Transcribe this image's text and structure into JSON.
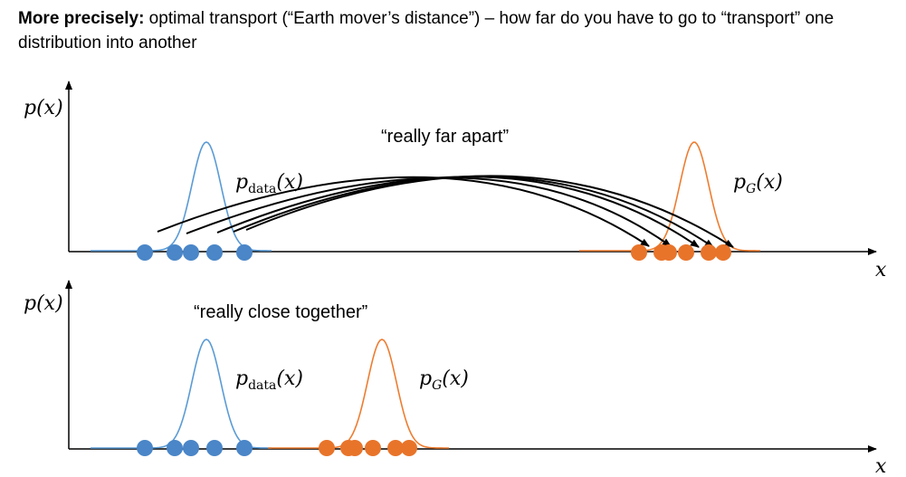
{
  "heading": {
    "bold": "More precisely:",
    "rest": " optimal transport (“Earth mover’s distance”) – how far do you have to go to “transport” one distribution into another"
  },
  "top_panel": {
    "y_axis_label": "p(x)",
    "x_axis_label": "x",
    "caption": "“really far apart”",
    "data_label_main": "p",
    "data_label_sub": "data",
    "data_label_arg": "(x)",
    "gen_label_main": "p",
    "gen_label_sub": "G",
    "gen_label_arg": "(x)"
  },
  "bottom_panel": {
    "y_axis_label": "p(x)",
    "x_axis_label": "x",
    "caption": "“really close together”",
    "data_label_main": "p",
    "data_label_sub": "data",
    "data_label_arg": "(x)",
    "gen_label_main": "p",
    "gen_label_sub": "G",
    "gen_label_arg": "(x)"
  },
  "colors": {
    "data": "#5b9bd5",
    "data_point": "#4a86c8",
    "gen": "#ed7d31",
    "gen_point": "#e8742a",
    "axis": "#000000",
    "arrow": "#000000"
  }
}
